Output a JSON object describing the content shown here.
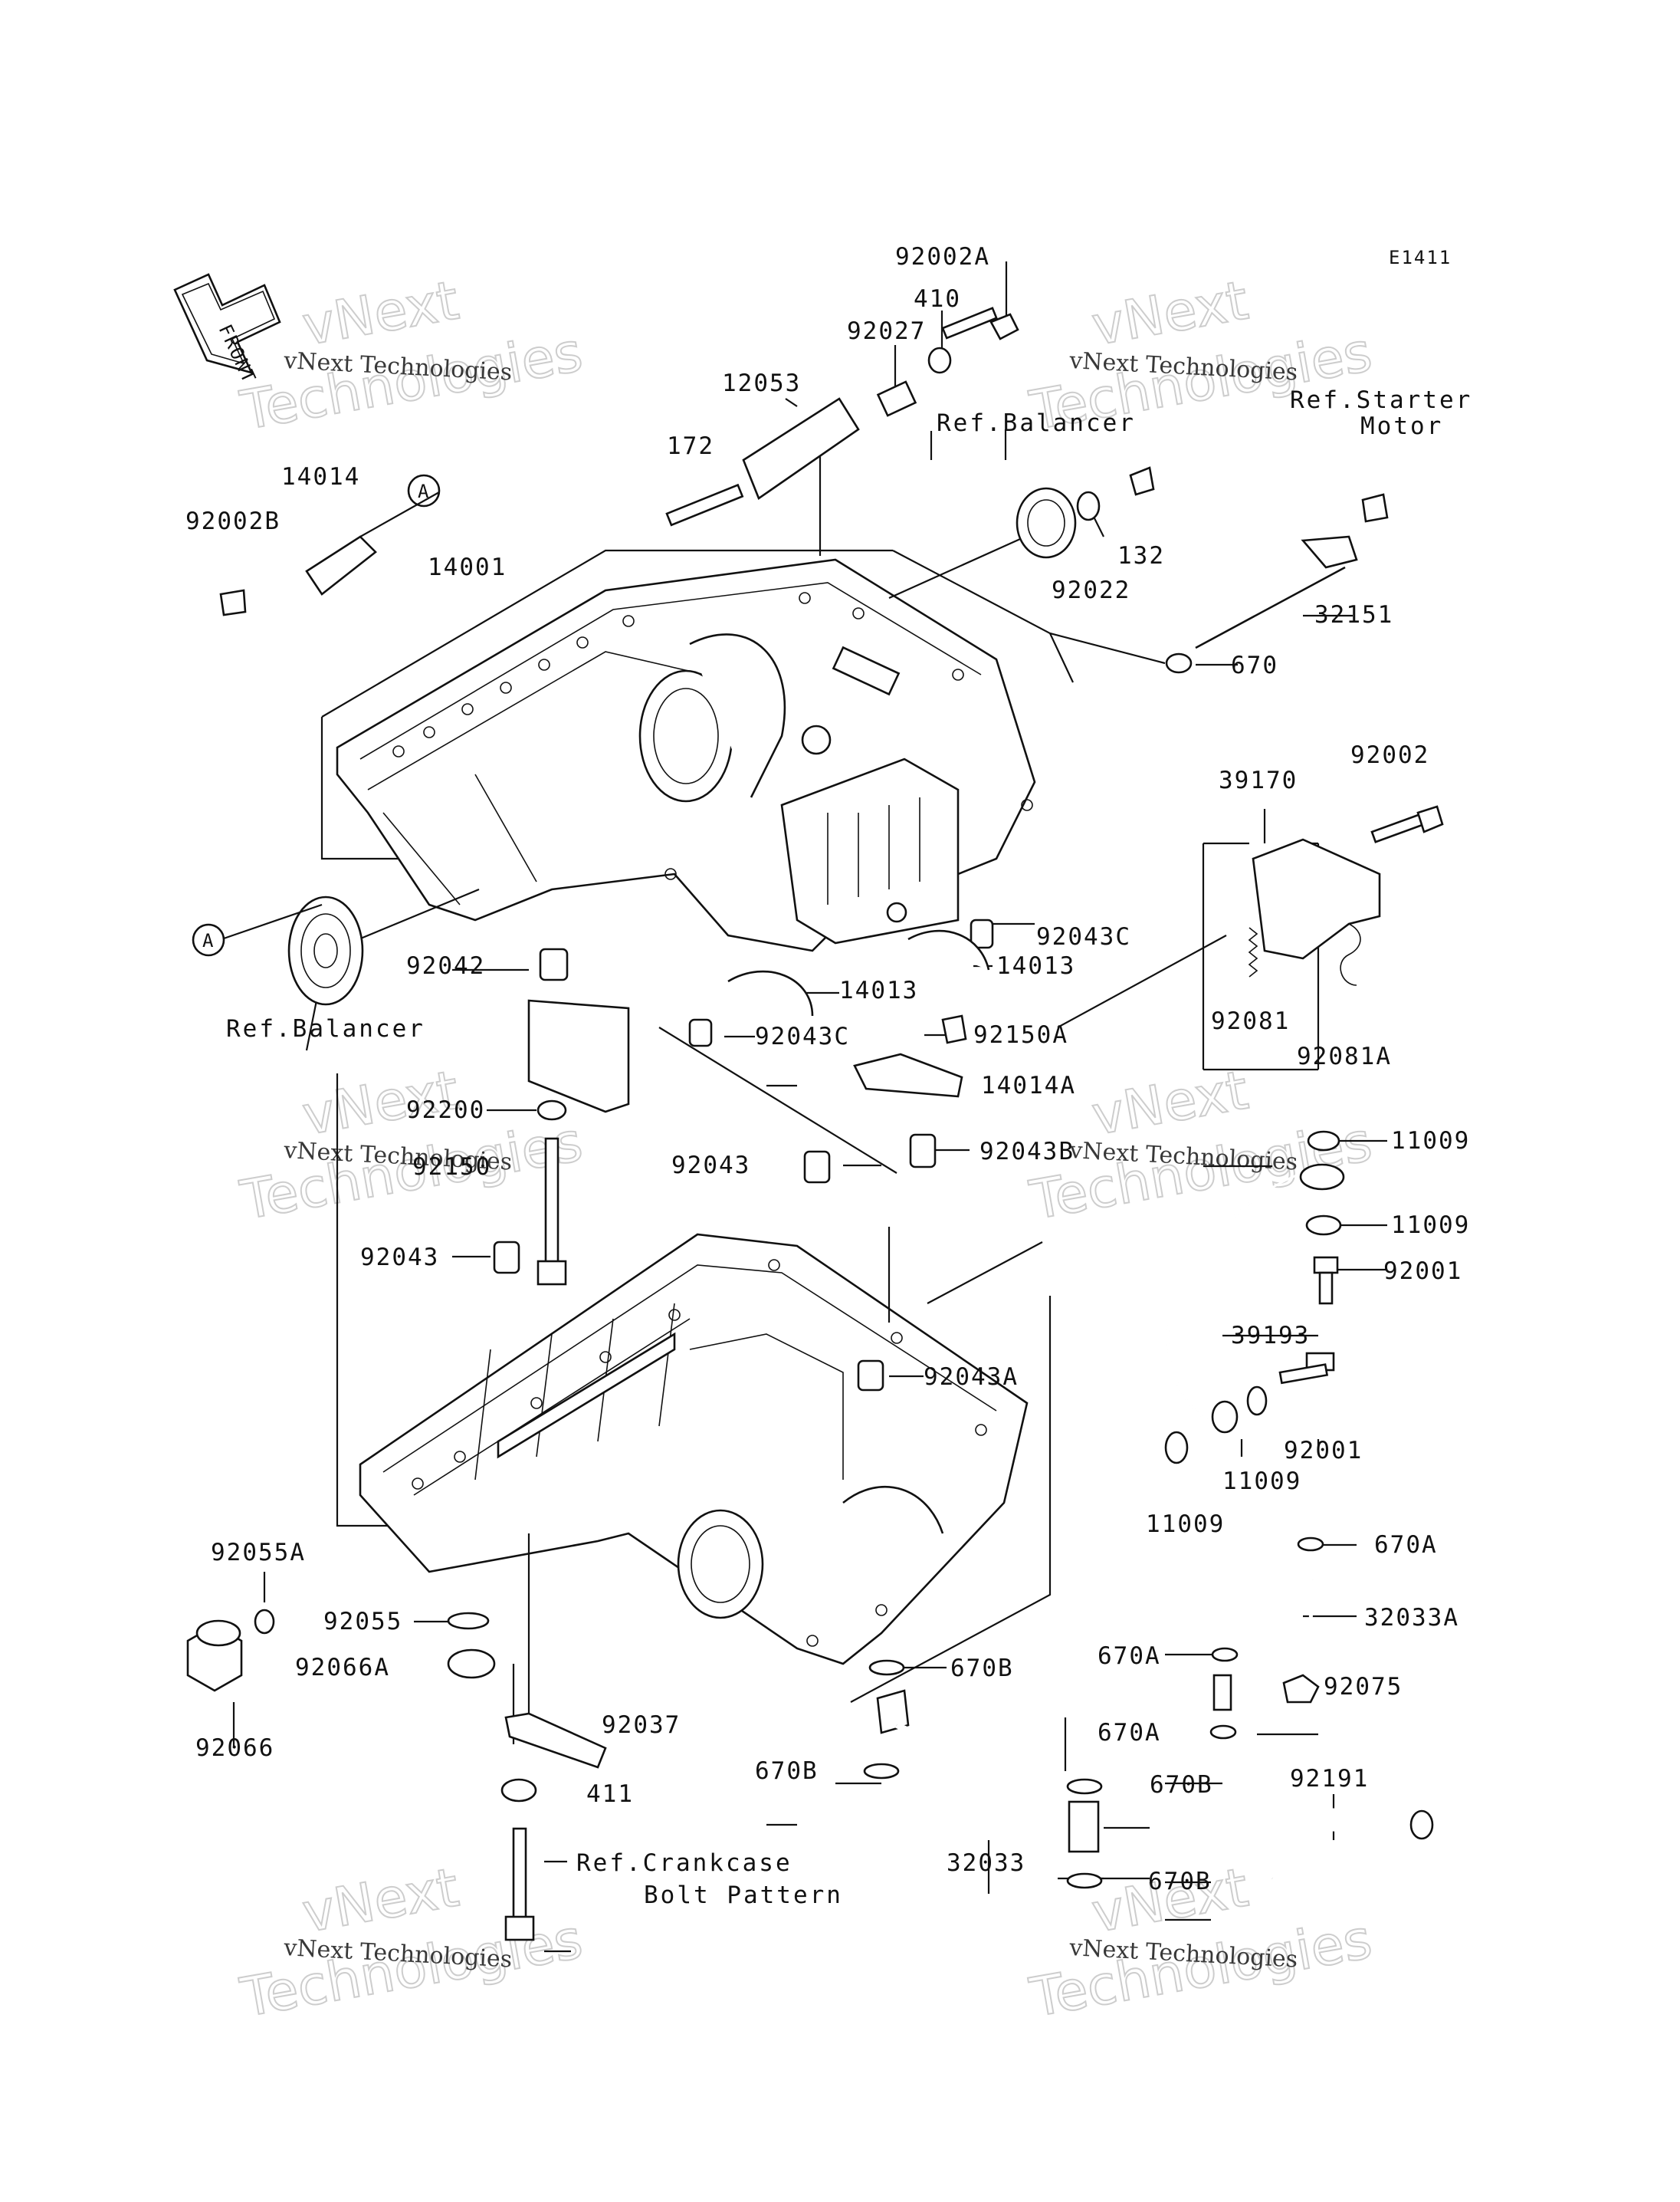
{
  "diagram": {
    "code": "E1411",
    "front_label": "FRONT",
    "watermark": {
      "big": "vNext",
      "small": "vNext Technologies",
      "bottom": "Technologies"
    },
    "refs": {
      "balancer_top": "Ref.Balancer",
      "balancer_left": "Ref.Balancer",
      "starter_motor_1": "Ref.Starter",
      "starter_motor_2": "Motor",
      "crankcase_1": "Ref.Crankcase",
      "crankcase_2": "Bolt Pattern"
    },
    "circle_marker": "A",
    "parts": {
      "p92002A": "92002A",
      "p410": "410",
      "p92027": "92027",
      "p12053": "12053",
      "p172": "172",
      "p14014": "14014",
      "p92002B": "92002B",
      "p14001": "14001",
      "p132": "132",
      "p92022": "92022",
      "p32151": "32151",
      "p670": "670",
      "p39170": "39170",
      "p92002": "92002",
      "p92043C_r": "92043C",
      "p14013_r": "14013",
      "p14013_l": "14013",
      "p92042": "92042",
      "p92043C_l": "92043C",
      "p92150A": "92150A",
      "p14014A": "14014A",
      "p92081": "92081",
      "p92081A": "92081A",
      "p92200": "92200",
      "p92150": "92150",
      "p92043_a": "92043",
      "p92043B": "92043B",
      "p11009_1": "11009",
      "p11009_2": "11009",
      "p92001_1": "92001",
      "p92043_b": "92043",
      "p39193": "39193",
      "p92043A": "92043A",
      "p92001_2": "92001",
      "p11009_3": "11009",
      "p11009_4": "11009",
      "p670A_1": "670A",
      "p92055A": "92055A",
      "p32033A": "32033A",
      "p92055": "92055",
      "p670B_1": "670B",
      "p670A_2": "670A",
      "p92066A": "92066A",
      "p92075": "92075",
      "p92037": "92037",
      "p670A_3": "670A",
      "p92066": "92066",
      "p670B_2": "670B",
      "p670B_3": "670B",
      "p411": "411",
      "p92191": "92191",
      "p32033": "32033",
      "p670B_4": "670B"
    }
  }
}
